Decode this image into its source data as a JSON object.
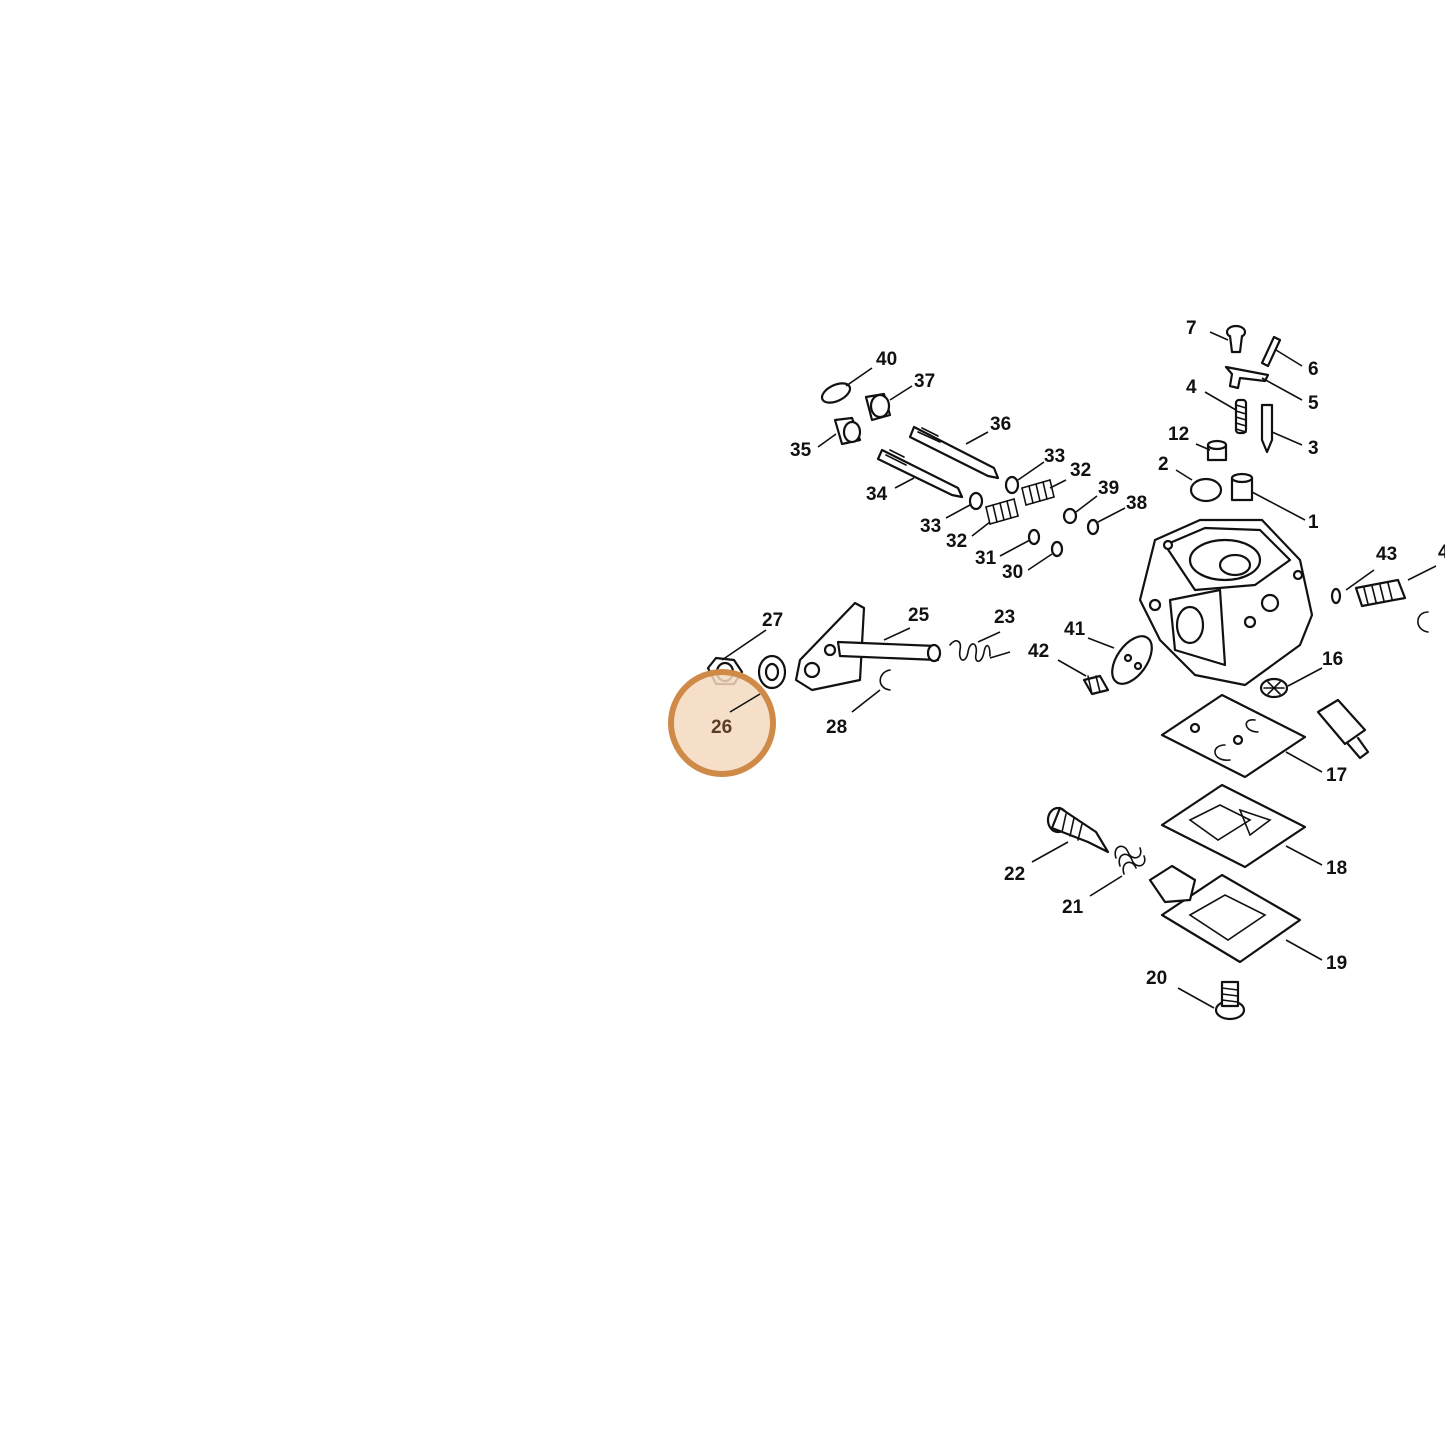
{
  "diagram": {
    "highlight": {
      "part": "26",
      "fill": "#f5d9bf",
      "stroke": "#d08a48",
      "text": "#5a3d22"
    },
    "labels": [
      "1",
      "2",
      "3",
      "4",
      "5",
      "6",
      "7",
      "12",
      "16",
      "17",
      "18",
      "19",
      "20",
      "21",
      "22",
      "23",
      "25",
      "26",
      "27",
      "28",
      "30",
      "31",
      "32",
      "32",
      "33",
      "33",
      "34",
      "35",
      "36",
      "37",
      "38",
      "39",
      "40",
      "41",
      "42",
      "43",
      "4"
    ]
  }
}
